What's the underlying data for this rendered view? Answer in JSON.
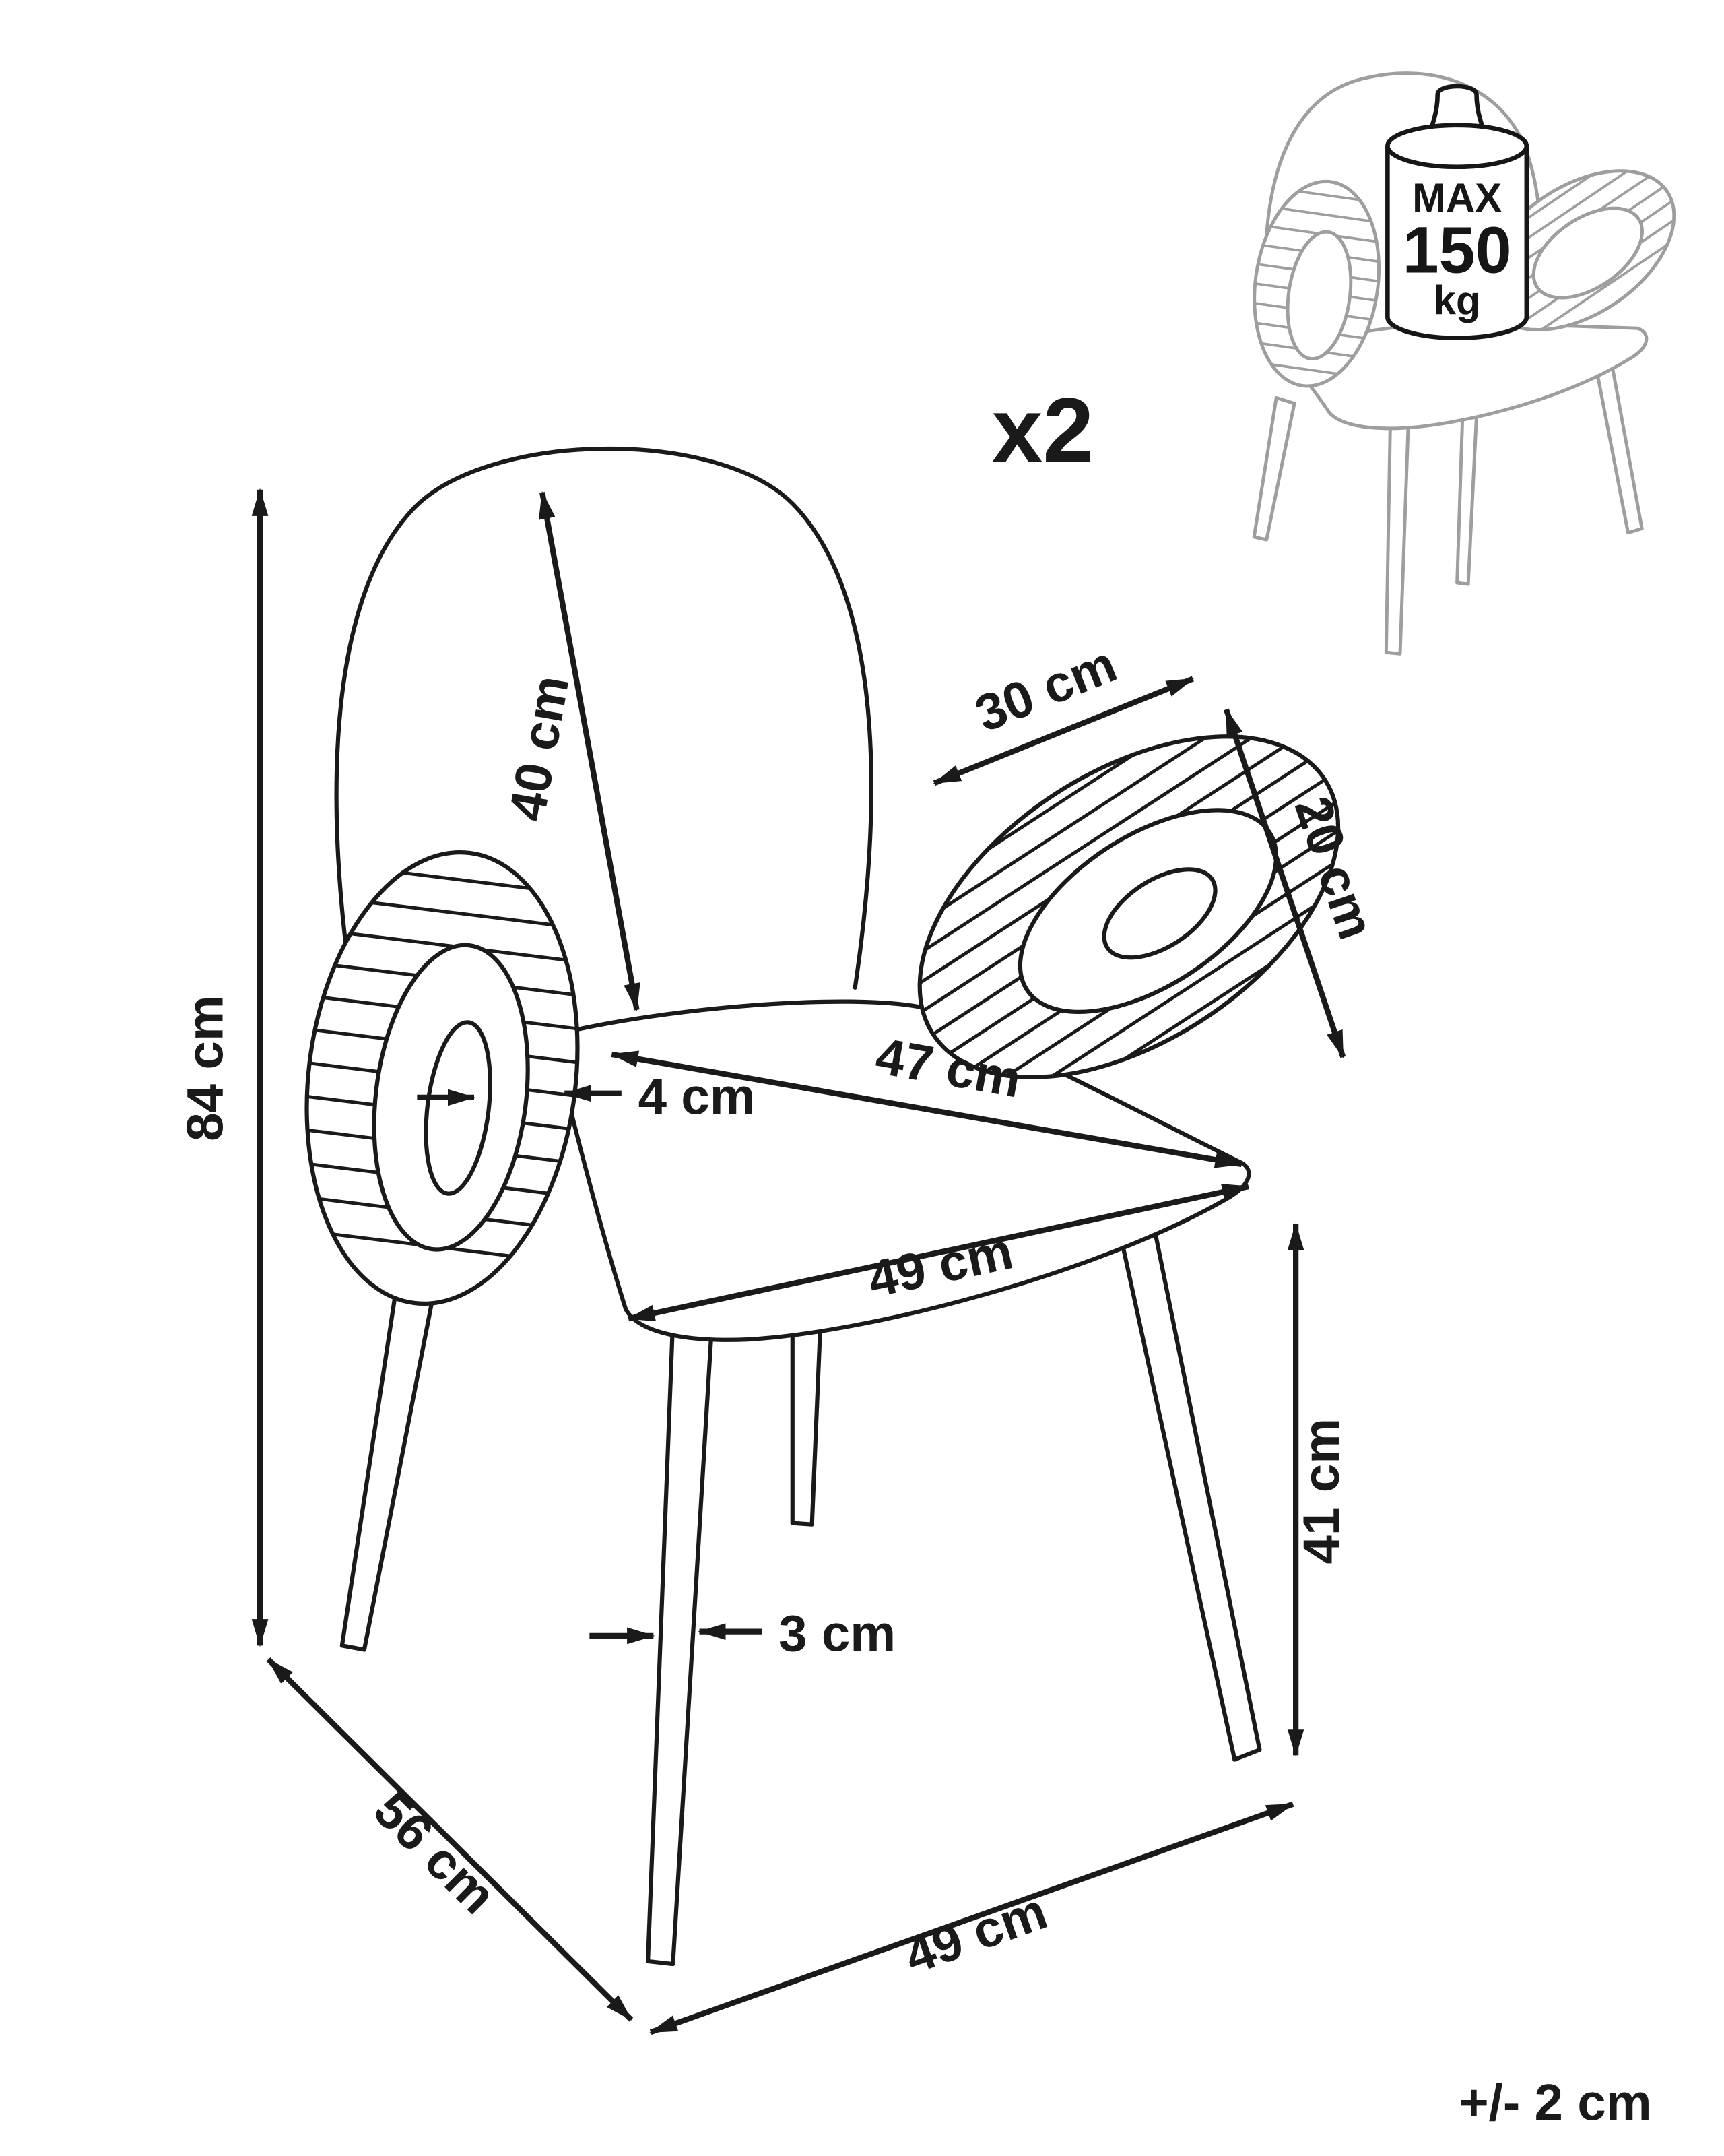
{
  "diagram": {
    "quantity": "x2",
    "tolerance": "+/- 2 cm",
    "max_load": {
      "word": "MAX",
      "value": "150",
      "unit": "kg"
    },
    "dimensions": {
      "overall_height": "84 cm",
      "backrest_height": "40 cm",
      "armrest_length": "30 cm",
      "armrest_depth": "20 cm",
      "armrest_thickness": "4 cm",
      "seat_depth": "47 cm",
      "seat_width": "49 cm",
      "leg_height": "41 cm",
      "leg_thickness": "3 cm",
      "overall_depth": "56 cm",
      "overall_width": "49 cm"
    },
    "colors": {
      "line": "#1a1a1a",
      "thumbnail_line": "#9e9e9e",
      "background": "#ffffff"
    }
  }
}
